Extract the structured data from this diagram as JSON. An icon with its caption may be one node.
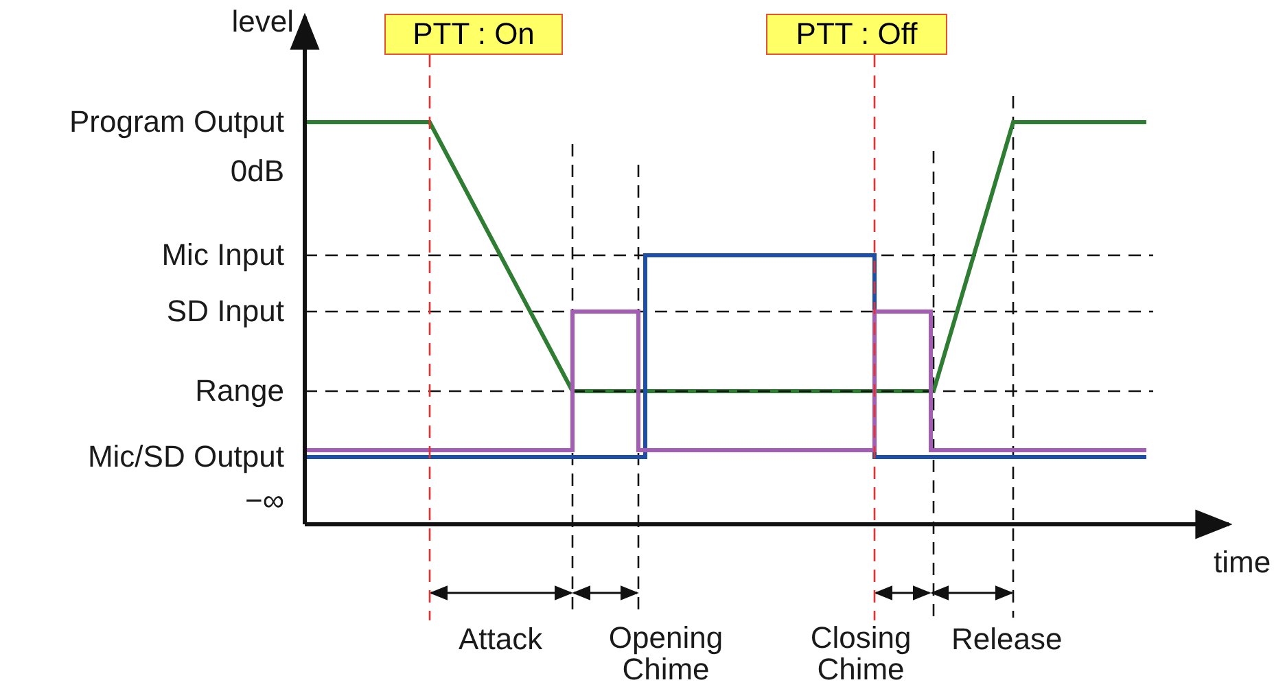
{
  "diagram": {
    "nodes": [
      {
        "text": [
          "PTT : On"
        ]
      },
      {
        "text": [
          "PTT : Off"
        ]
      }
    ],
    "labels": [
      "level",
      "Program Output",
      "0dB",
      "Mic Input",
      "SD Input",
      "Range",
      "Mic/SD Output",
      "−∞",
      "time",
      "Attack",
      "Opening Chime",
      "Closing Chime",
      "Release"
    ]
  }
}
